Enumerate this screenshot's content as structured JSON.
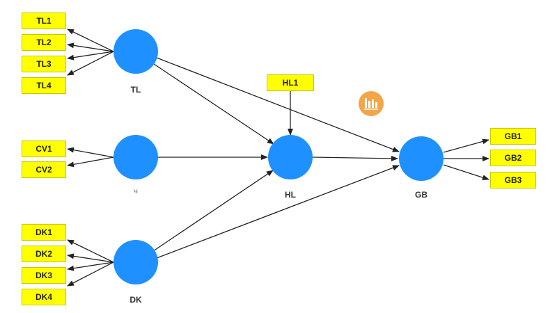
{
  "latent_variables": {
    "tl": {
      "label": "TL"
    },
    "cv": {
      "label": "ч"
    },
    "dk": {
      "label": "DK"
    },
    "hl": {
      "label": "HL"
    },
    "gb": {
      "label": "GB"
    }
  },
  "indicators": {
    "tl": [
      "TL1",
      "TL2",
      "TL3",
      "TL4"
    ],
    "cv": [
      "CV1",
      "CV2"
    ],
    "dk": [
      "DK1",
      "DK2",
      "DK3",
      "DK4"
    ],
    "hl": [
      "HL1"
    ],
    "gb": [
      "GB1",
      "GB2",
      "GB3"
    ]
  },
  "paths": [
    {
      "from": "TL",
      "to": "HL"
    },
    {
      "from": "TL",
      "to": "GB"
    },
    {
      "from": "CV",
      "to": "HL"
    },
    {
      "from": "DK",
      "to": "HL"
    },
    {
      "from": "DK",
      "to": "GB"
    },
    {
      "from": "HL",
      "to": "GB"
    }
  ],
  "colors": {
    "latent_fill": "#1e90ff",
    "indicator_fill": "#ffff00",
    "line": "#222222",
    "badge": "#f3a54a"
  },
  "icons": {
    "badge": "chart-badge-icon"
  }
}
